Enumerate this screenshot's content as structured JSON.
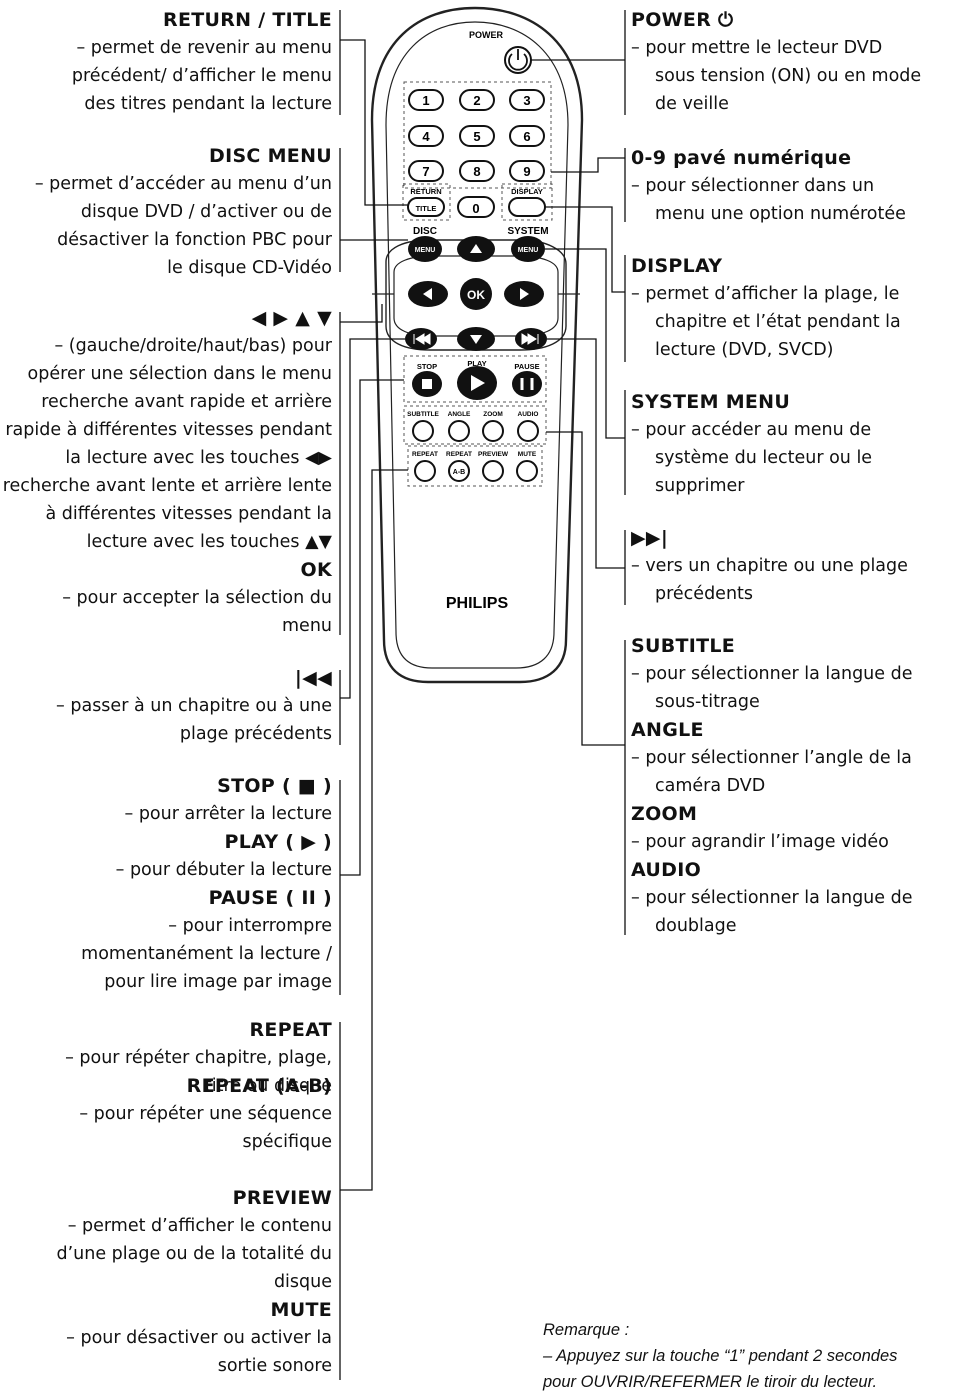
{
  "left": [
    {
      "title": "RETURN / TITLE",
      "desc": [
        "– permet de revenir au menu",
        "précédent/ d’afficher le menu",
        "des titres pendant la lecture"
      ]
    },
    {
      "title": "DISC MENU",
      "desc": [
        "– permet d’accéder au menu d’un",
        "disque DVD / d’activer ou de",
        "désactiver la fonction PBC pour",
        "le disque CD-Vidéo"
      ]
    },
    {
      "title": "◀ ▶ ▲ ▼",
      "desc": [
        "– (gauche/droite/haut/bas) pour",
        "opérer une sélection dans le menu",
        "recherche avant rapide et arrière",
        "rapide à différentes vitesses pendant",
        "la lecture avec les touches ◀▶",
        "recherche avant lente et arrière lente",
        "à différentes vitesses pendant la",
        "lecture avec les touches ▲▼"
      ]
    },
    {
      "title": "OK",
      "desc": [
        "– pour accepter la sélection du",
        "menu"
      ]
    },
    {
      "title": "|◀◀",
      "desc": [
        "– passer à un chapitre ou à une",
        "plage précédents"
      ]
    },
    {
      "title": "STOP ( ■ )",
      "desc": [
        "– pour arrêter la lecture"
      ]
    },
    {
      "title": "PLAY ( ▶ )",
      "desc": [
        "– pour débuter la lecture"
      ]
    },
    {
      "title": "PAUSE ( II )",
      "desc": [
        "– pour interrompre",
        "momentanément la lecture /",
        "pour lire image par image"
      ]
    },
    {
      "title": "REPEAT",
      "desc": [
        "– pour répéter chapitre, plage,",
        "titre ou disque"
      ]
    },
    {
      "title": "REPEAT (A-B)",
      "desc": [
        "– pour répéter une séquence",
        "spécifique"
      ]
    },
    {
      "title": "PREVIEW",
      "desc": [
        "– permet d’afficher le contenu",
        "d’une plage ou de la totalité du",
        "disque"
      ]
    },
    {
      "title": "MUTE",
      "desc": [
        "– pour désactiver ou activer la",
        "sortie sonore"
      ]
    }
  ],
  "right": [
    {
      "title": "POWER ⏻",
      "desc": [
        "– pour mettre le lecteur DVD",
        "sous tension (ON) ou en mode",
        "de veille"
      ]
    },
    {
      "title": "0-9 pavé numérique",
      "desc": [
        "– pour sélectionner dans un",
        "menu une option numérotée"
      ]
    },
    {
      "title": "DISPLAY",
      "desc": [
        "– permet d’afficher la plage, le",
        "chapitre et l’état pendant la",
        "lecture (DVD, SVCD)"
      ]
    },
    {
      "title": "SYSTEM MENU",
      "desc": [
        "– pour accéder au menu de",
        "système du lecteur ou le",
        "supprimer"
      ]
    },
    {
      "title": "▶▶|",
      "desc": [
        "– vers un chapitre ou une plage",
        "précédents"
      ]
    },
    {
      "title": "SUBTITLE",
      "desc": [
        "– pour sélectionner la langue de",
        "sous-titrage"
      ]
    },
    {
      "title": "ANGLE",
      "desc": [
        "– pour sélectionner l’angle de la",
        "caméra DVD"
      ]
    },
    {
      "title": "ZOOM",
      "desc": [
        "– pour agrandir l’image vidéo"
      ]
    },
    {
      "title": "AUDIO",
      "desc": [
        "– pour sélectionner la langue de",
        "doublage"
      ]
    }
  ],
  "remote": {
    "brand": "PHILIPS",
    "power_label": "POWER",
    "digits": [
      "1",
      "2",
      "3",
      "4",
      "5",
      "6",
      "7",
      "8",
      "9",
      "0"
    ],
    "return_label": "RETURN",
    "title_label": "TITLE",
    "display_label": "DISPLAY",
    "disc_label": "DISC",
    "system_label": "SYSTEM",
    "menu_label": "MENU",
    "ok_label": "OK",
    "stop_label": "STOP",
    "play_label": "PLAY",
    "pause_label": "PAUSE",
    "subtitle_label": "SUBTITLE",
    "angle_label": "ANGLE",
    "zoom_label": "ZOOM",
    "audio_label": "AUDIO",
    "repeat_label": "REPEAT",
    "repeat_ab_label": "REPEAT",
    "ab_label": "A-B",
    "preview_label": "PREVIEW",
    "mute_label": "MUTE"
  },
  "note": {
    "heading": "Remarque :",
    "lines": [
      "– Appuyez sur la touche “1” pendant 2 secondes",
      "pour OUVRIR/REFERMER le tiroir du lecteur."
    ]
  }
}
